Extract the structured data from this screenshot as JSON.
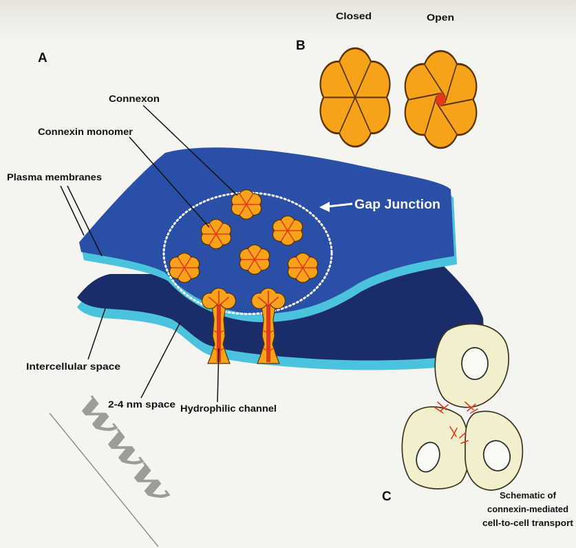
{
  "panel_labels": {
    "a": "A",
    "b": "B",
    "c": "C"
  },
  "panel_b": {
    "closed_label": "Closed",
    "open_label": "Open"
  },
  "panel_a": {
    "connexon": "Connexon",
    "connexin_monomer": "Connexin monomer",
    "plasma_membranes": "Plasma membranes",
    "gap_junction": "Gap Junction",
    "intercellular_space": "Intercellular space",
    "nm_space": "2-4 nm space",
    "hydrophilic_channel": "Hydrophilic channel"
  },
  "panel_c": {
    "caption_lines": [
      "Schematic of",
      "connexin-mediated",
      "cell-to-cell transport"
    ]
  },
  "watermark": "www",
  "colors": {
    "background": "#f4f4f1",
    "membrane_top_surface": "#2a4fa6",
    "membrane_edge": "#4cc3dc",
    "lower_membrane_surface": "#1b2d68",
    "connexin": "#f6a21a",
    "connexin_outline": "#5a3300",
    "channel": "#e2381c",
    "cell_fill": "#f2efcc",
    "dotted_outline": "#ffffff"
  }
}
